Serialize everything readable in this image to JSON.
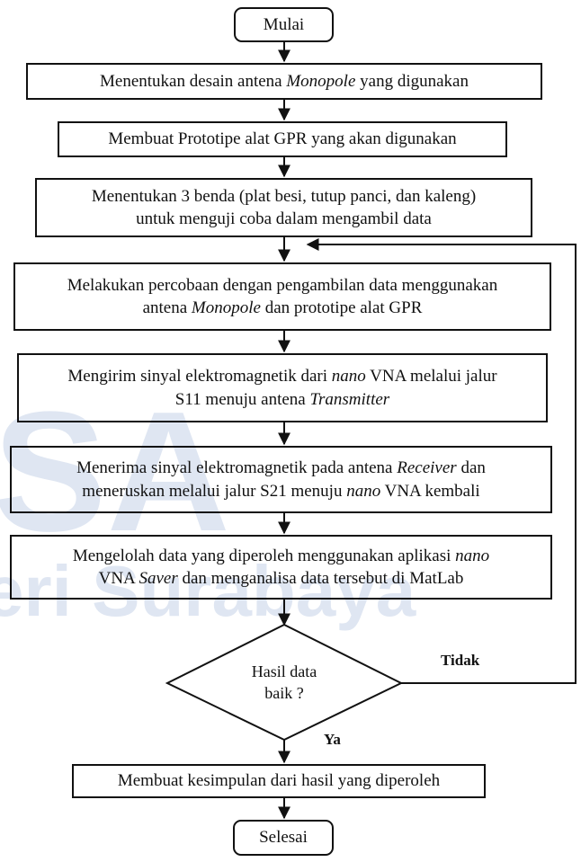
{
  "watermark": {
    "line1": "SA",
    "line2": "eri Surabaya"
  },
  "flowchart": {
    "start": "Mulai",
    "steps": [
      {
        "parts": [
          {
            "t": "Menentukan desain antena "
          },
          {
            "t": "Monopole",
            "i": true
          },
          {
            "t": " yang digunakan"
          }
        ]
      },
      {
        "parts": [
          {
            "t": "Membuat Prototipe alat GPR yang akan digunakan"
          }
        ]
      },
      {
        "parts": [
          {
            "t": "Menentukan 3 benda (plat besi, tutup panci, dan kaleng)"
          },
          {
            "br": true
          },
          {
            "t": "untuk menguji coba dalam mengambil data"
          }
        ]
      },
      {
        "parts": [
          {
            "t": "Melakukan percobaan dengan pengambilan data menggunakan"
          },
          {
            "br": true
          },
          {
            "t": "antena "
          },
          {
            "t": "Monopole",
            "i": true
          },
          {
            "t": " dan prototipe alat GPR"
          }
        ]
      },
      {
        "parts": [
          {
            "t": "Mengirim sinyal elektromagnetik dari "
          },
          {
            "t": "nano",
            "i": true
          },
          {
            "t": " VNA melalui jalur"
          },
          {
            "br": true
          },
          {
            "t": "S11 menuju antena "
          },
          {
            "t": "Transmitter",
            "i": true
          }
        ]
      },
      {
        "parts": [
          {
            "t": "Menerima sinyal elektromagnetik pada antena "
          },
          {
            "t": "Receiver",
            "i": true
          },
          {
            "t": " dan"
          },
          {
            "br": true
          },
          {
            "t": "meneruskan melalui jalur S21 menuju "
          },
          {
            "t": "nano",
            "i": true
          },
          {
            "t": " VNA kembali"
          }
        ]
      },
      {
        "parts": [
          {
            "t": "Mengelolah data yang diperoleh menggunakan aplikasi "
          },
          {
            "t": "nano",
            "i": true
          },
          {
            "br": true
          },
          {
            "t": "VNA "
          },
          {
            "t": "Saver",
            "i": true
          },
          {
            "t": " dan menganalisa data tersebut di MatLab"
          }
        ]
      }
    ],
    "decision": {
      "line1": "Hasil data",
      "line2": "baik ?"
    },
    "label_no": "Tidak",
    "label_yes": "Ya",
    "final_step": "Membuat kesimpulan dari hasil yang diperoleh",
    "end": "Selesai"
  }
}
